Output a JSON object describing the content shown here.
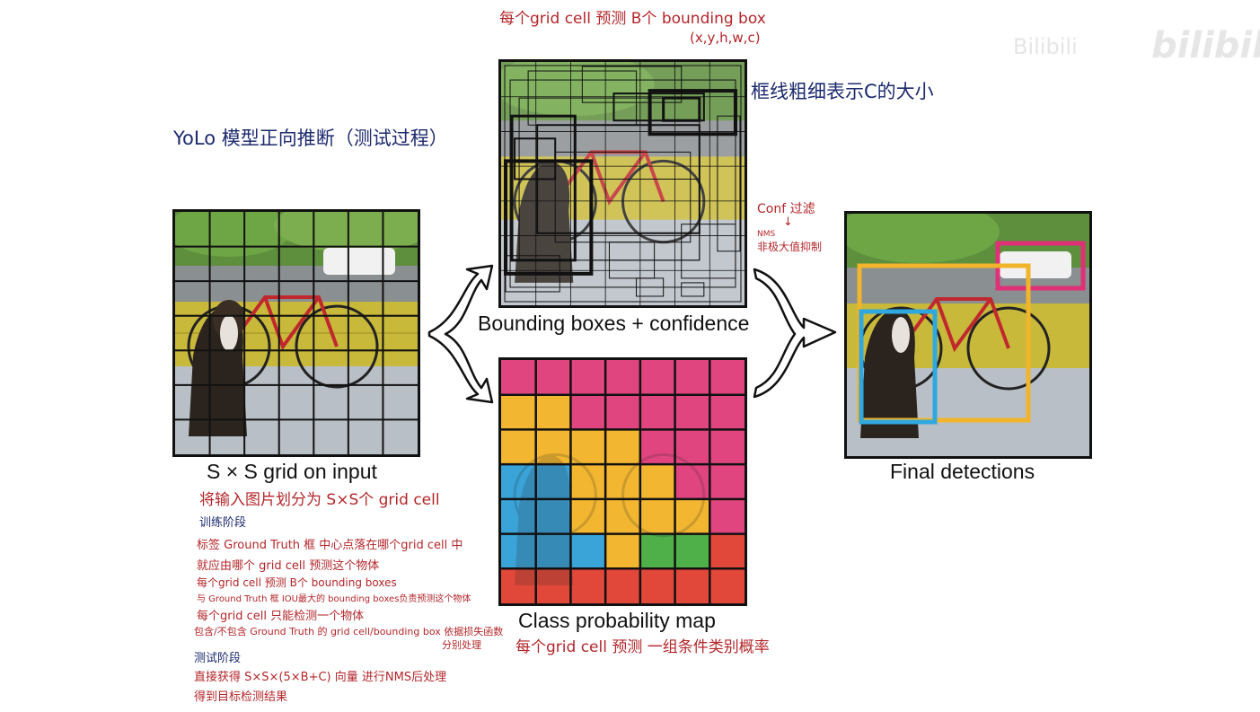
{
  "watermark": {
    "channel": "Bilibili",
    "logo": "bilibili"
  },
  "title_note": "YoLo 模型正向推断（测试过程）",
  "top_notes": {
    "line1": "每个grid cell 预测 B个 bounding box",
    "line2": "(x,y,h,w,c)"
  },
  "thickness_note": "框线粗细表示C的大小",
  "filter_notes": {
    "conf": "Conf 过滤",
    "arrow": "↓",
    "nms": "NMS",
    "nms_cn": "非极大值抑制"
  },
  "captions": {
    "grid": "S × S grid on input",
    "boxes": "Bounding boxes + confidence",
    "classmap": "Class probability map",
    "final": "Final detections"
  },
  "grid_note": "将输入图片划分为 S×S个 grid cell",
  "class_note": "每个grid cell 预测 一组条件类别概率",
  "training": {
    "heading": "训练阶段",
    "lines": [
      "标签 Ground Truth 框 中心点落在哪个grid cell 中",
      "就应由哪个 grid cell 预测这个物体",
      "每个grid cell 预测 B个 bounding boxes",
      "与 Ground Truth 框 IOU最大的 bounding boxes负责预测这个物体",
      "每个grid cell 只能检测一个物体",
      "包含/不包含 Ground Truth 的 grid cell/bounding box 依据损失函数"
    ],
    "sub": "分别处理"
  },
  "testing": {
    "heading": "测试阶段",
    "lines": [
      "直接获得 S×S×(5×B+C) 向量 进行NMS后处理",
      "得到目标检测结果"
    ]
  },
  "colors": {
    "pink": "#e0457f",
    "yellow": "#f2b630",
    "blue": "#3aa3d8",
    "green": "#4fb04a",
    "red": "#e2483a",
    "det_pink": "#e03078",
    "det_yellow": "#f1b42a",
    "det_blue": "#2fa8e0",
    "note_red": "#b3262a",
    "note_blue": "#1c2a6e"
  },
  "grid_size": 7,
  "class_map": [
    [
      "pink",
      "pink",
      "pink",
      "pink",
      "pink",
      "pink",
      "pink"
    ],
    [
      "yellow",
      "yellow",
      "pink",
      "pink",
      "pink",
      "pink",
      "pink"
    ],
    [
      "yellow",
      "yellow",
      "yellow",
      "yellow",
      "pink",
      "pink",
      "pink"
    ],
    [
      "blue",
      "blue",
      "yellow",
      "yellow",
      "yellow",
      "pink",
      "pink"
    ],
    [
      "blue",
      "blue",
      "yellow",
      "yellow",
      "yellow",
      "yellow",
      "pink"
    ],
    [
      "blue",
      "blue",
      "blue",
      "yellow",
      "green",
      "green",
      "red"
    ],
    [
      "red",
      "red",
      "red",
      "red",
      "red",
      "red",
      "red"
    ]
  ]
}
